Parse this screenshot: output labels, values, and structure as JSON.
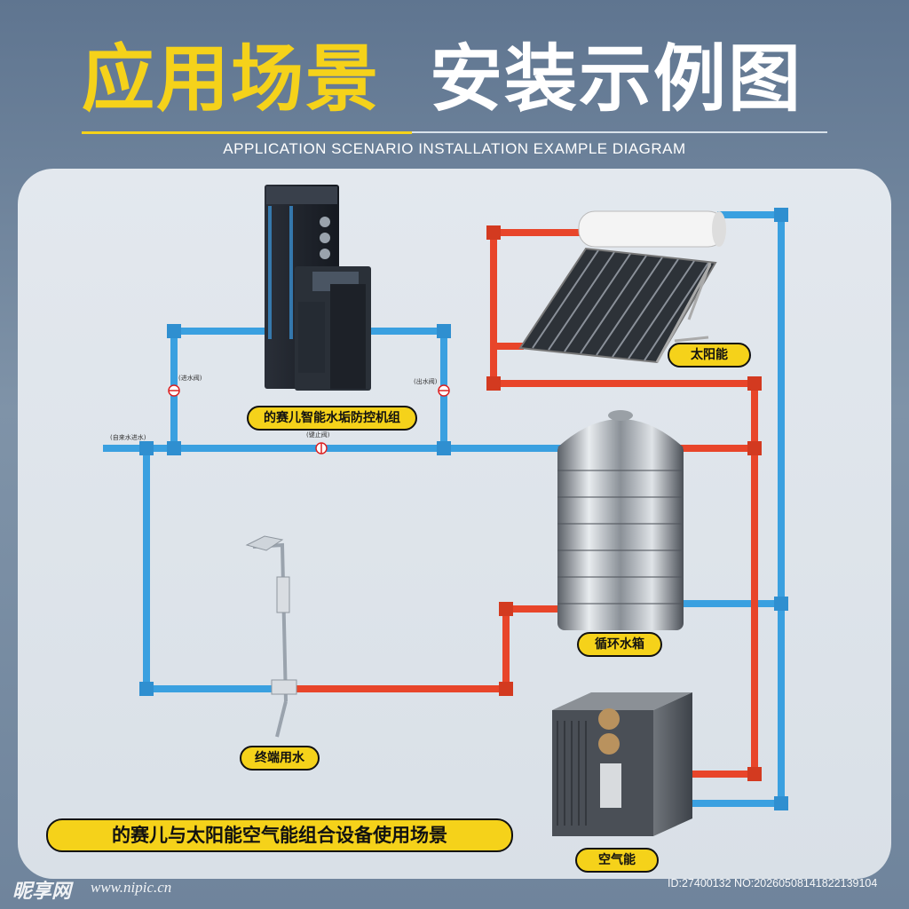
{
  "header": {
    "title_highlight": "应用场景",
    "title_main": "安装示例图",
    "subtitle": "APPLICATION SCENARIO INSTALLATION EXAMPLE DIAGRAM"
  },
  "labels": {
    "purifier": "的赛儿智能水垢防控机组",
    "solar": "太阳能",
    "tank": "循环水箱",
    "terminal": "终端用水",
    "heat_pump": "空气能",
    "scene": "的赛儿与太阳能空气能组合设备使用场景"
  },
  "valves": {
    "inlet_valve": "(进水阀)",
    "outlet_valve": "(出水阀)",
    "tap_water_inlet": "(自来水进水)",
    "bypass_valve": "(键止阀)"
  },
  "watermark": {
    "logo": "昵享网",
    "url": "www.nipic.cn",
    "id": "ID:27400132 NO:20260508141822139104"
  },
  "colors": {
    "cold_pipe": "#3aa0e0",
    "hot_pipe": "#e8452a",
    "label_bg": "#f5d21a"
  }
}
